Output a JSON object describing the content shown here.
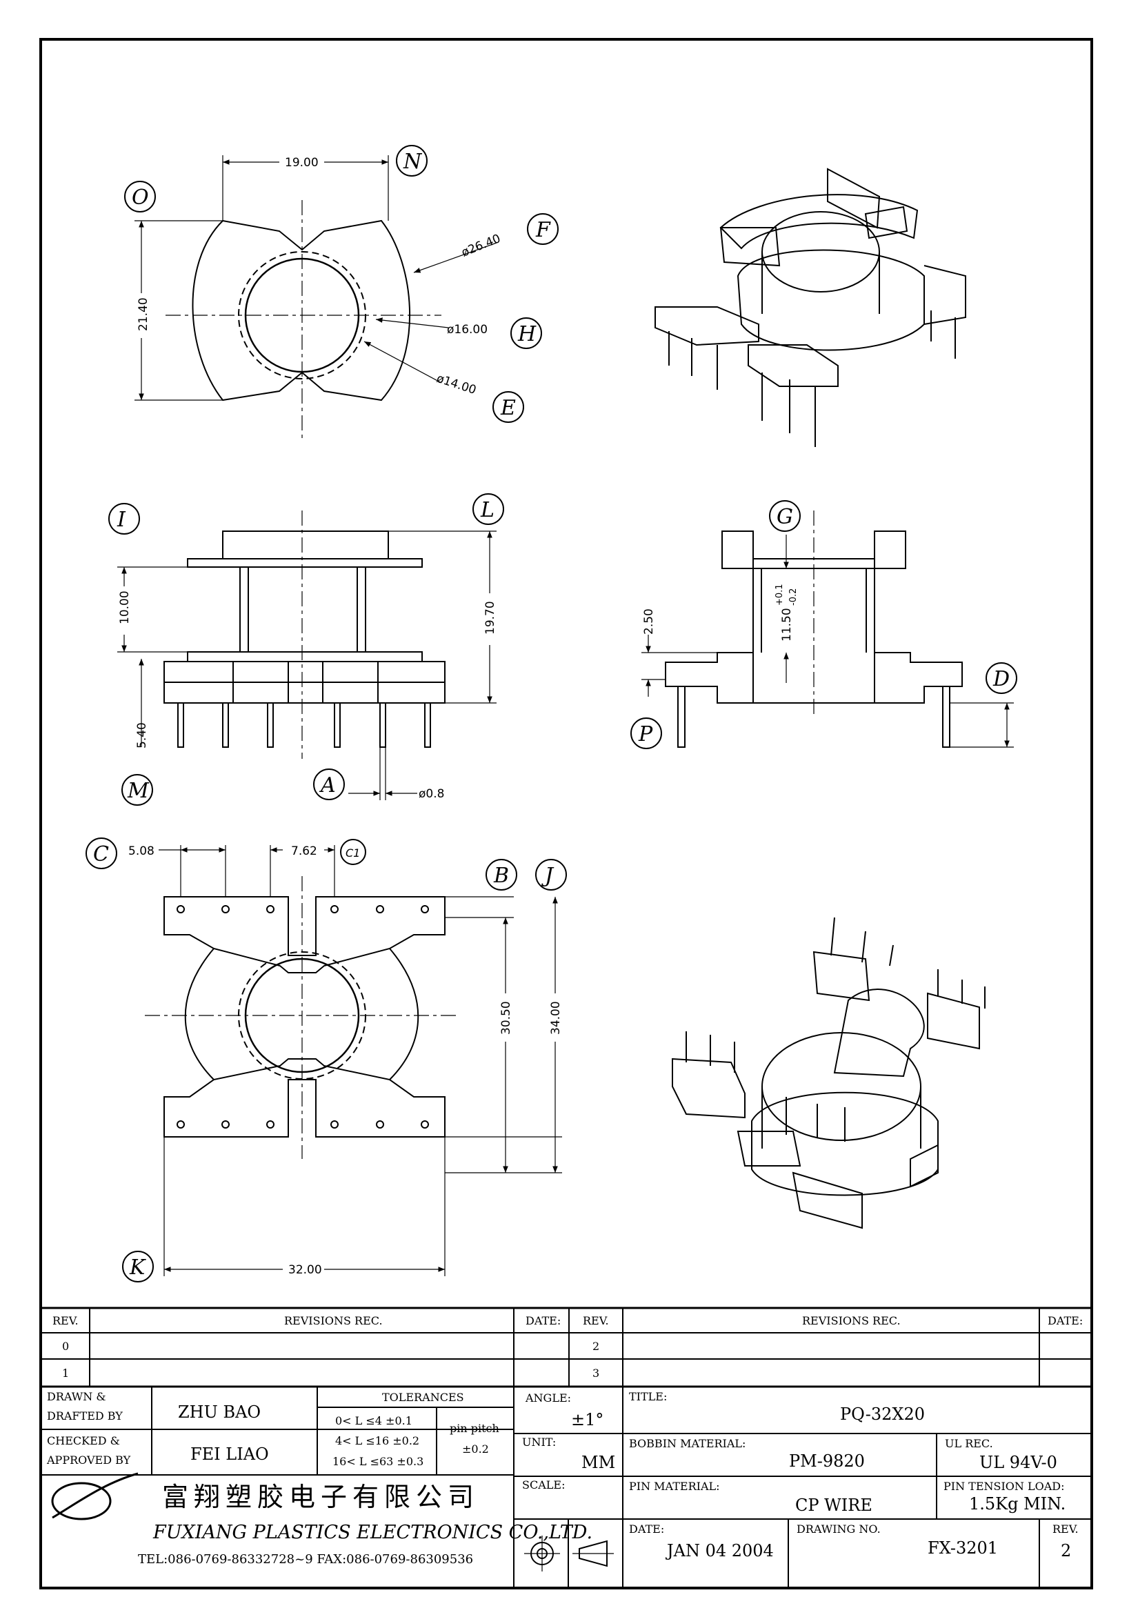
{
  "drawing": {
    "top_view": {
      "width_dim": "19.00",
      "height_dim": "21.40",
      "dia_outer": "ø26.40",
      "dia_mid": "ø16.00",
      "dia_inner": "ø14.00",
      "labels": {
        "O": "O",
        "N": "N",
        "F": "F",
        "H": "H",
        "E": "E"
      }
    },
    "front_view": {
      "flange_gap": "10.00",
      "total_height": "19.70",
      "pin_len": "5.40",
      "pin_dia": "ø0.8",
      "labels": {
        "I": "I",
        "L": "L",
        "M": "M",
        "A": "A"
      }
    },
    "side_view": {
      "slot": "2.50",
      "winding_nom": "11.50",
      "tol_plus": "+0.1",
      "tol_minus": "-0.2",
      "labels": {
        "G": "G",
        "D": "D",
        "P": "P"
      }
    },
    "bottom_view": {
      "pitch": "5.08",
      "row_gap": "7.62",
      "c1_label": "C1",
      "inner_span": "30.50",
      "outer_span": "34.00",
      "width": "32.00",
      "labels": {
        "C": "C",
        "B": "B",
        "J": "J",
        "K": "K"
      }
    }
  },
  "title_block": {
    "rev_header": "REV.",
    "revisions_header": "REVISIONS  REC.",
    "date_header": "DATE:",
    "rev_rows_left": [
      "0",
      "1"
    ],
    "rev_rows_right": [
      "2",
      "3"
    ],
    "drawn_label_1": "DRAWN &",
    "drawn_label_2": "DRAFTED BY",
    "drawn_by": "ZHU   BAO",
    "checked_label_1": "CHECKED &",
    "checked_label_2": "APPROVED BY",
    "checked_by": "FEI LIAO",
    "tolerances_header": "TOLERANCES",
    "tolerances": [
      "0< L ≤4   ±0.1",
      "4< L ≤16  ±0.2",
      "16< L ≤63  ±0.3"
    ],
    "pin_pitch_label": "pin pitch",
    "pin_pitch_tol": "±0.2",
    "angle_label": "ANGLE:",
    "angle_value": "±1°",
    "unit_label": "UNIT:",
    "unit_value": "MM",
    "scale_label": "SCALE:",
    "title_label": "TITLE:",
    "title_value": "PQ-32X20",
    "bobbin_label": "BOBBIN MATERIAL:",
    "bobbin_value": "PM-9820",
    "ul_label": "UL REC.",
    "ul_value": "UL 94V-0",
    "pin_material_label": "PIN MATERIAL:",
    "pin_material_value": "CP WIRE",
    "pin_tension_label": "PIN TENSION LOAD:",
    "pin_tension_value": "1.5Kg MIN.",
    "date_label": "DATE:",
    "date_value": "JAN 04 2004",
    "drawing_no_label": "DRAWING NO.",
    "drawing_no_value": "FX-3201",
    "rev_label": "REV.",
    "rev_value": "2",
    "company_cn": "富翔塑胶电子有限公司",
    "company_en": "FUXIANG PLASTICS ELECTRONICS CO.,LTD.",
    "contact": "TEL:086-0769-86332728~9   FAX:086-0769-86309536"
  }
}
